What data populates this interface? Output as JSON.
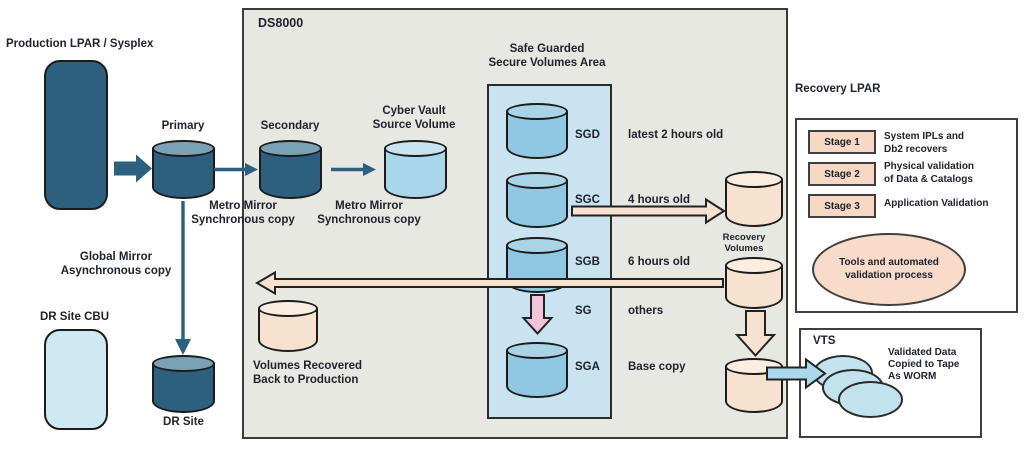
{
  "ds8000": {
    "title": "DS8000"
  },
  "left": {
    "production_lpar": "Production LPAR / Sysplex",
    "primary": "Primary",
    "metro_mirror_primary": "Metro Mirror\nSynchronous copy",
    "global_mirror": "Global Mirror\nAsynchronous copy",
    "dr_site_cbu": "DR Site CBU",
    "dr_site": "DR Site"
  },
  "vault": {
    "secondary": "Secondary",
    "metro_mirror_secondary": "Metro Mirror\nSynchronous copy",
    "cyber_vault": "Cyber Vault\nSource Volume",
    "volumes_recovered": "Volumes Recovered\nBack to Production"
  },
  "safe_guarded": {
    "title": "Safe Guarded\nSecure Volumes Area",
    "volumes": [
      {
        "id": "SGD",
        "desc": "latest 2 hours old"
      },
      {
        "id": "SGC",
        "desc": "4 hours old"
      },
      {
        "id": "SGB",
        "desc": "6 hours old"
      },
      {
        "id": "SG",
        "desc": "others"
      },
      {
        "id": "SGA",
        "desc": "Base copy"
      }
    ]
  },
  "recovery": {
    "volumes_label": "Recovery\nVolumes"
  },
  "recovery_lpar": {
    "title": "Recovery LPAR",
    "stages": [
      {
        "label": "Stage 1",
        "desc": "System IPLs and\nDb2 recovers"
      },
      {
        "label": "Stage 2",
        "desc": "Physical validation\nof Data & Catalogs"
      },
      {
        "label": "Stage 3",
        "desc": "Application Validation"
      }
    ],
    "process": "Tools and automated\nvalidation process"
  },
  "vts": {
    "title": "VTS",
    "note": "Validated Data\nCopied to Tape\nAs WORM"
  },
  "colors": {
    "dark_teal": "#2d5f7e",
    "teal_cap": "#7aa2b4",
    "light_blue": "#a9d6ea",
    "pale_blue_panel": "#c9e4f0",
    "sg_volume_blue": "#8fc8e0",
    "peach": "#f7e1cf",
    "stage_peach": "#f6d8c4",
    "pink_arrow": "#f2c4da",
    "tape_blue": "#c2e3ee",
    "ds8000_background": "#e7e8e1",
    "text": "#20232d"
  }
}
